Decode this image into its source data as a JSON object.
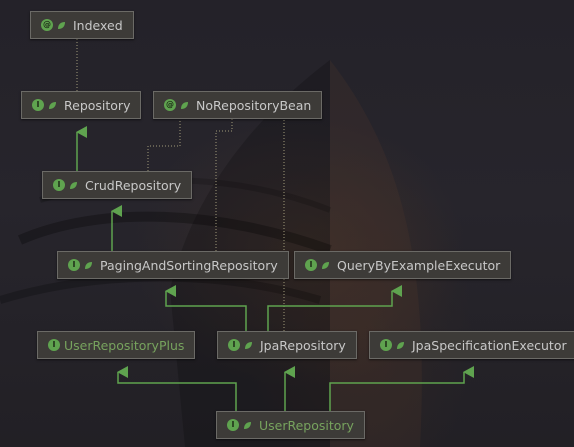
{
  "nodes": {
    "indexed": {
      "label": "Indexed",
      "kind": "annotation",
      "badge": "@"
    },
    "repository": {
      "label": "Repository",
      "kind": "interface",
      "badge": "I"
    },
    "no_repository_bean": {
      "label": "NoRepositoryBean",
      "kind": "annotation",
      "badge": "@"
    },
    "crud_repository": {
      "label": "CrudRepository",
      "kind": "interface",
      "badge": "I"
    },
    "paging_and_sorting_repository": {
      "label": "PagingAndSortingRepository",
      "kind": "interface",
      "badge": "I"
    },
    "query_by_example_executor": {
      "label": "QueryByExampleExecutor",
      "kind": "interface",
      "badge": "I"
    },
    "user_repository_plus": {
      "label": "UserRepositoryPlus",
      "kind": "interface",
      "badge": "I"
    },
    "jpa_repository": {
      "label": "JpaRepository",
      "kind": "interface",
      "badge": "I"
    },
    "jpa_specification_executor": {
      "label": "JpaSpecificationExecutor",
      "kind": "interface",
      "badge": "I"
    },
    "user_repository": {
      "label": "UserRepository",
      "kind": "interface",
      "badge": "I"
    }
  },
  "edges": [
    {
      "from": "crud_repository",
      "to": "repository",
      "type": "extends"
    },
    {
      "from": "paging_and_sorting_repository",
      "to": "crud_repository",
      "type": "extends"
    },
    {
      "from": "jpa_repository",
      "to": "paging_and_sorting_repository",
      "type": "extends"
    },
    {
      "from": "jpa_repository",
      "to": "query_by_example_executor",
      "type": "extends"
    },
    {
      "from": "user_repository",
      "to": "user_repository_plus",
      "type": "extends"
    },
    {
      "from": "user_repository",
      "to": "jpa_repository",
      "type": "extends"
    },
    {
      "from": "user_repository",
      "to": "jpa_specification_executor",
      "type": "extends"
    },
    {
      "from": "repository",
      "to": "indexed",
      "type": "annotated"
    },
    {
      "from": "crud_repository",
      "to": "no_repository_bean",
      "type": "annotated"
    },
    {
      "from": "paging_and_sorting_repository",
      "to": "no_repository_bean",
      "type": "annotated"
    },
    {
      "from": "jpa_repository",
      "to": "no_repository_bean",
      "type": "annotated"
    }
  ],
  "colors": {
    "arrow": "#5fa34f",
    "annotation_link": "#a09a7a",
    "node_fill": "#3d3b38",
    "node_border": "#6b6a66",
    "label_default": "#c8c8c8",
    "label_highlight": "#77a35e"
  }
}
